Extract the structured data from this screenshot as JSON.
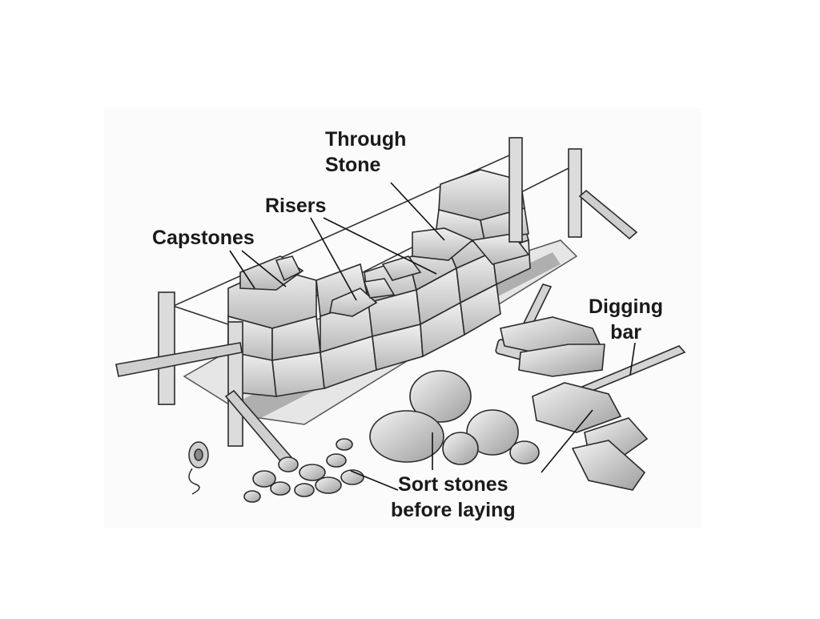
{
  "labels": {
    "through_stone": [
      "Through",
      "Stone"
    ],
    "risers": "Risers",
    "capstones": "Capstones",
    "digging_bar": [
      "Digging",
      "bar"
    ],
    "sort_stones": [
      "Sort stones",
      "before laying"
    ]
  },
  "colors": {
    "ink": "#2a2a2a",
    "stone_fill": "#d9d9d9",
    "stone_light": "#ececec",
    "ground": "#f2f2f2",
    "shadow": "#5a5a5a"
  }
}
